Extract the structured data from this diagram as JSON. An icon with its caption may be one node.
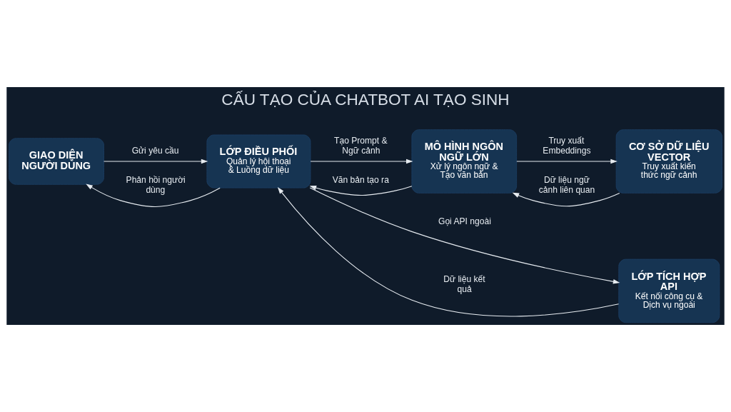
{
  "diagram": {
    "title": "CẤU TẠO CỦA CHATBOT AI TẠO SINH",
    "nodes": [
      {
        "text": [
          "GIAO DIỆN NGƯỜI DÙNG"
        ]
      },
      {
        "text": [
          "LỚP ĐIỀU PHỐI",
          "Quản lý hội thoại & Luồng dữ liệu"
        ]
      },
      {
        "text": [
          "MÔ HÌNH NGÔN NGỮ LỚN",
          "Xử lý ngôn ngữ & Tạo văn bản"
        ]
      },
      {
        "text": [
          "CƠ SỞ DỮ LIỆU VECTOR",
          "Truy xuất kiến thức ngữ cảnh"
        ]
      },
      {
        "text": [
          "LỚP TÍCH HỢP API",
          "Kết nối công cụ & Dịch vụ ngoài"
        ]
      }
    ],
    "edges": [
      {
        "from": 0,
        "to": 1,
        "arrow": "to",
        "label": "Gửi yêu cầu"
      },
      {
        "from": 1,
        "to": 0,
        "arrow": "to",
        "label": "Phản hồi người dùng"
      },
      {
        "from": 1,
        "to": 2,
        "arrow": "to",
        "label": "Tạo Prompt & Ngữ cảnh"
      },
      {
        "from": 2,
        "to": 1,
        "arrow": "to",
        "label": "Văn bản tạo ra"
      },
      {
        "from": 2,
        "to": 3,
        "arrow": "to",
        "label": "Truy xuất Embeddings"
      },
      {
        "from": 3,
        "to": 2,
        "arrow": "to",
        "label": "Dữ liệu ngữ cảnh liên quan"
      },
      {
        "from": 1,
        "to": 4,
        "arrow": "to",
        "label": "Gọi API ngoài"
      },
      {
        "from": 4,
        "to": 1,
        "arrow": "to",
        "label": "Dữ liệu kết quả"
      }
    ]
  }
}
